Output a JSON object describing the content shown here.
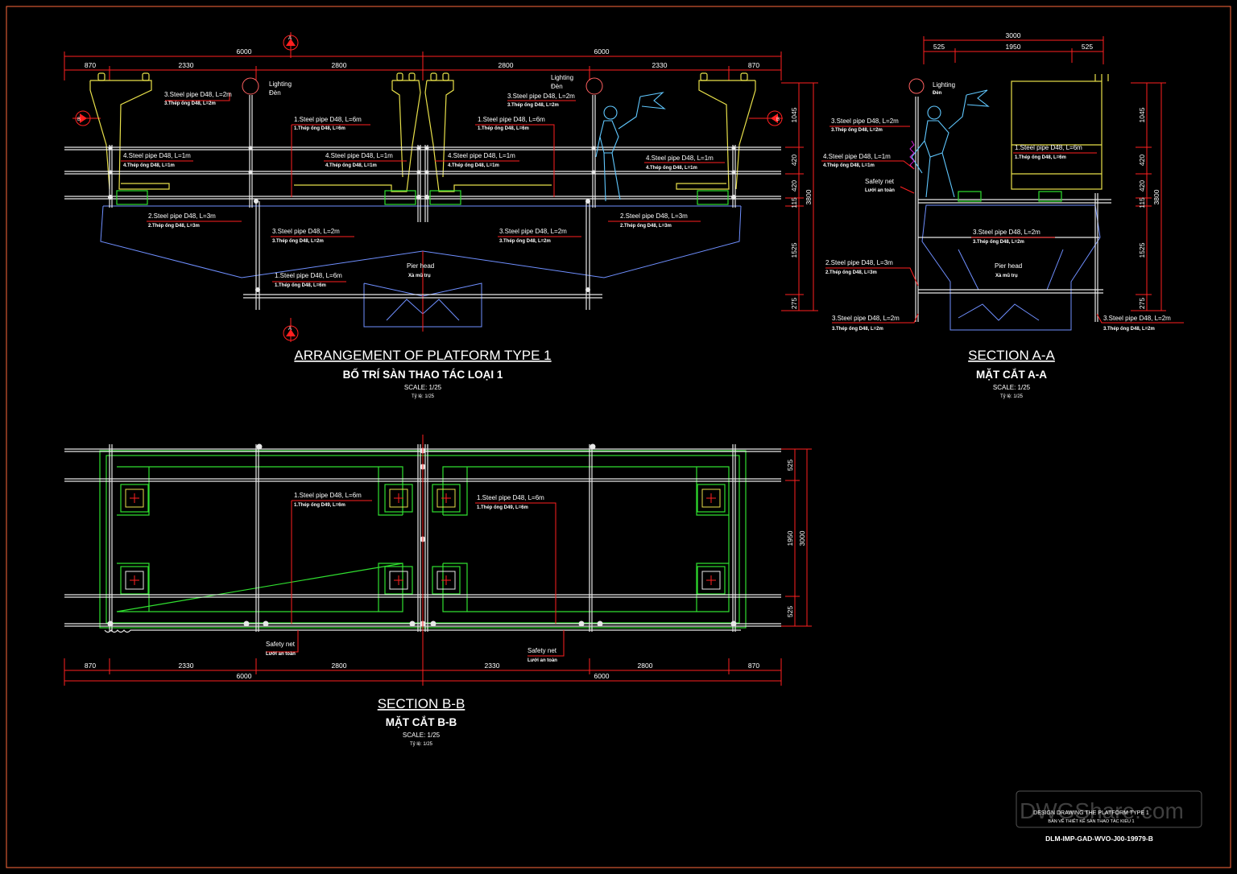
{
  "main_view": {
    "title": "ARRANGEMENT OF PLATFORM TYPE 1",
    "title_vi": "BỐ TRÍ SÀN THAO TÁC LOẠI 1",
    "scale": "SCALE: 1/25",
    "scale_vi": "Tỷ lệ: 1/25",
    "dim_top_total": [
      "6000",
      "6000"
    ],
    "dim_top_parts": [
      "870",
      "2330",
      "2800",
      "2800",
      "2330",
      "870"
    ],
    "dim_right": [
      "1045",
      "420",
      "420",
      "115",
      "1525",
      "275"
    ],
    "dim_right_total": "3800",
    "section_marks": [
      "A",
      "A",
      "B",
      "B"
    ],
    "lighting": {
      "en": "Lighting",
      "vi": "Đèn"
    },
    "labels": [
      {
        "en": "3.Steel pipe D48, L=2m",
        "vi": "3.Thép ống D48, L=2m"
      },
      {
        "en": "1.Steel pipe D48, L=6m",
        "vi": "1.Thép ống D48, L=6m"
      },
      {
        "en": "1.Steel pipe D48, L=6m",
        "vi": "1.Thép ống D48, L=6m"
      },
      {
        "en": "3.Steel pipe D48, L=2m",
        "vi": "3.Thép ống D48, L=2m"
      },
      {
        "en": "4.Steel pipe D48, L=1m",
        "vi": "4.Thép ống D48, L=1m"
      },
      {
        "en": "4.Steel pipe D48, L=1m",
        "vi": "4.Thép ống D48, L=1m"
      },
      {
        "en": "4.Steel pipe D48, L=1m",
        "vi": "4.Thép ống D48, L=1m"
      },
      {
        "en": "4.Steel pipe D48, L=1m",
        "vi": "4.Thép ống D48, L=1m"
      },
      {
        "en": "2.Steel pipe D48, L=3m",
        "vi": "2.Thép ống D48, L=3m"
      },
      {
        "en": "2.Steel pipe D48, L=3m",
        "vi": "2.Thép ống D48, L=3m"
      },
      {
        "en": "3.Steel pipe D48, L=2m",
        "vi": "3.Thép ống D48, L=2m"
      },
      {
        "en": "3.Steel pipe D48, L=2m",
        "vi": "3.Thép ống D48, L=2m"
      },
      {
        "en": "1.Steel pipe D48, L=6m",
        "vi": "1.Thép ống D48, L=6m"
      }
    ],
    "pier_head": {
      "en": "Pier head",
      "vi": "Xà mũ trụ"
    }
  },
  "section_aa": {
    "title": "SECTION A-A",
    "title_vi": "MẶT CẮT A-A",
    "scale": "SCALE: 1/25",
    "scale_vi": "Tỷ lệ: 1/25",
    "dim_top_total": "3000",
    "dim_top_parts": [
      "525",
      "1950",
      "525"
    ],
    "dim_right": [
      "1045",
      "420",
      "420",
      "115",
      "1525",
      "275"
    ],
    "dim_right_total": "3800",
    "lighting": {
      "en": "Lighting",
      "vi": "Đèn"
    },
    "safety_net": {
      "en": "Safety net",
      "vi": "Lưới an toàn"
    },
    "pier_head": {
      "en": "Pier head",
      "vi": "Xà mũ trụ"
    },
    "labels": [
      {
        "en": "3.Steel pipe D48, L=2m",
        "vi": "3.Thép ống D48, L=2m"
      },
      {
        "en": "4.Steel pipe D48, L=1m",
        "vi": "4.Thép ống D48, L=1m"
      },
      {
        "en": "1.Steel pipe D48, L=6m",
        "vi": "1.Thép ống D48, L=6m"
      },
      {
        "en": "3.Steel pipe D48, L=2m",
        "vi": "3.Thép ống D48, L=2m"
      },
      {
        "en": "2.Steel pipe D48, L=3m",
        "vi": "2.Thép ống D48, L=3m"
      },
      {
        "en": "3.Steel pipe D48, L=2m",
        "vi": "3.Thép ống D48, L=2m"
      },
      {
        "en": "3.Steel pipe D48, L=2m",
        "vi": "3.Thép ống D48, L=2m"
      }
    ]
  },
  "section_bb": {
    "title": "SECTION B-B",
    "title_vi": "MẶT CẮT B-B",
    "scale": "SCALE: 1/25",
    "scale_vi": "Tỷ lệ: 1/25",
    "dim_bottom_parts": [
      "870",
      "2330",
      "2800",
      "2330",
      "2800",
      "870"
    ],
    "dim_bottom_total": [
      "6000",
      "6000"
    ],
    "dim_right": [
      "525",
      "1950",
      "525"
    ],
    "dim_right_total": "3000",
    "safety_net": {
      "en": "Safety net",
      "vi": "Lưới an toàn"
    },
    "labels": [
      {
        "en": "1.Steel pipe D48, L=6m",
        "vi": "1.Thép ống D49, L=6m"
      },
      {
        "en": "1.Steel pipe D48, L=6m",
        "vi": "1.Thép ống D49, L=6m"
      }
    ]
  },
  "title_block": {
    "watermark": "DWGShare.com",
    "drawing_title": "DESIGN DRAWING THE PLATFORM TYPE 1",
    "drawing_title_vi": "BẢN VẼ THIẾT KẾ SÀN THAO TÁC KIỂU 1",
    "drawing_number": "DLM-IMP-GAD-WVO-J00-19979-B"
  },
  "colors": {
    "background": "#000000",
    "dimension": "#ff2020",
    "pipe": "#e8e8e8",
    "girder": "#e8e04a",
    "pier": "#6f8fff",
    "plank": "#30e030",
    "worker": "#60c8ff"
  }
}
